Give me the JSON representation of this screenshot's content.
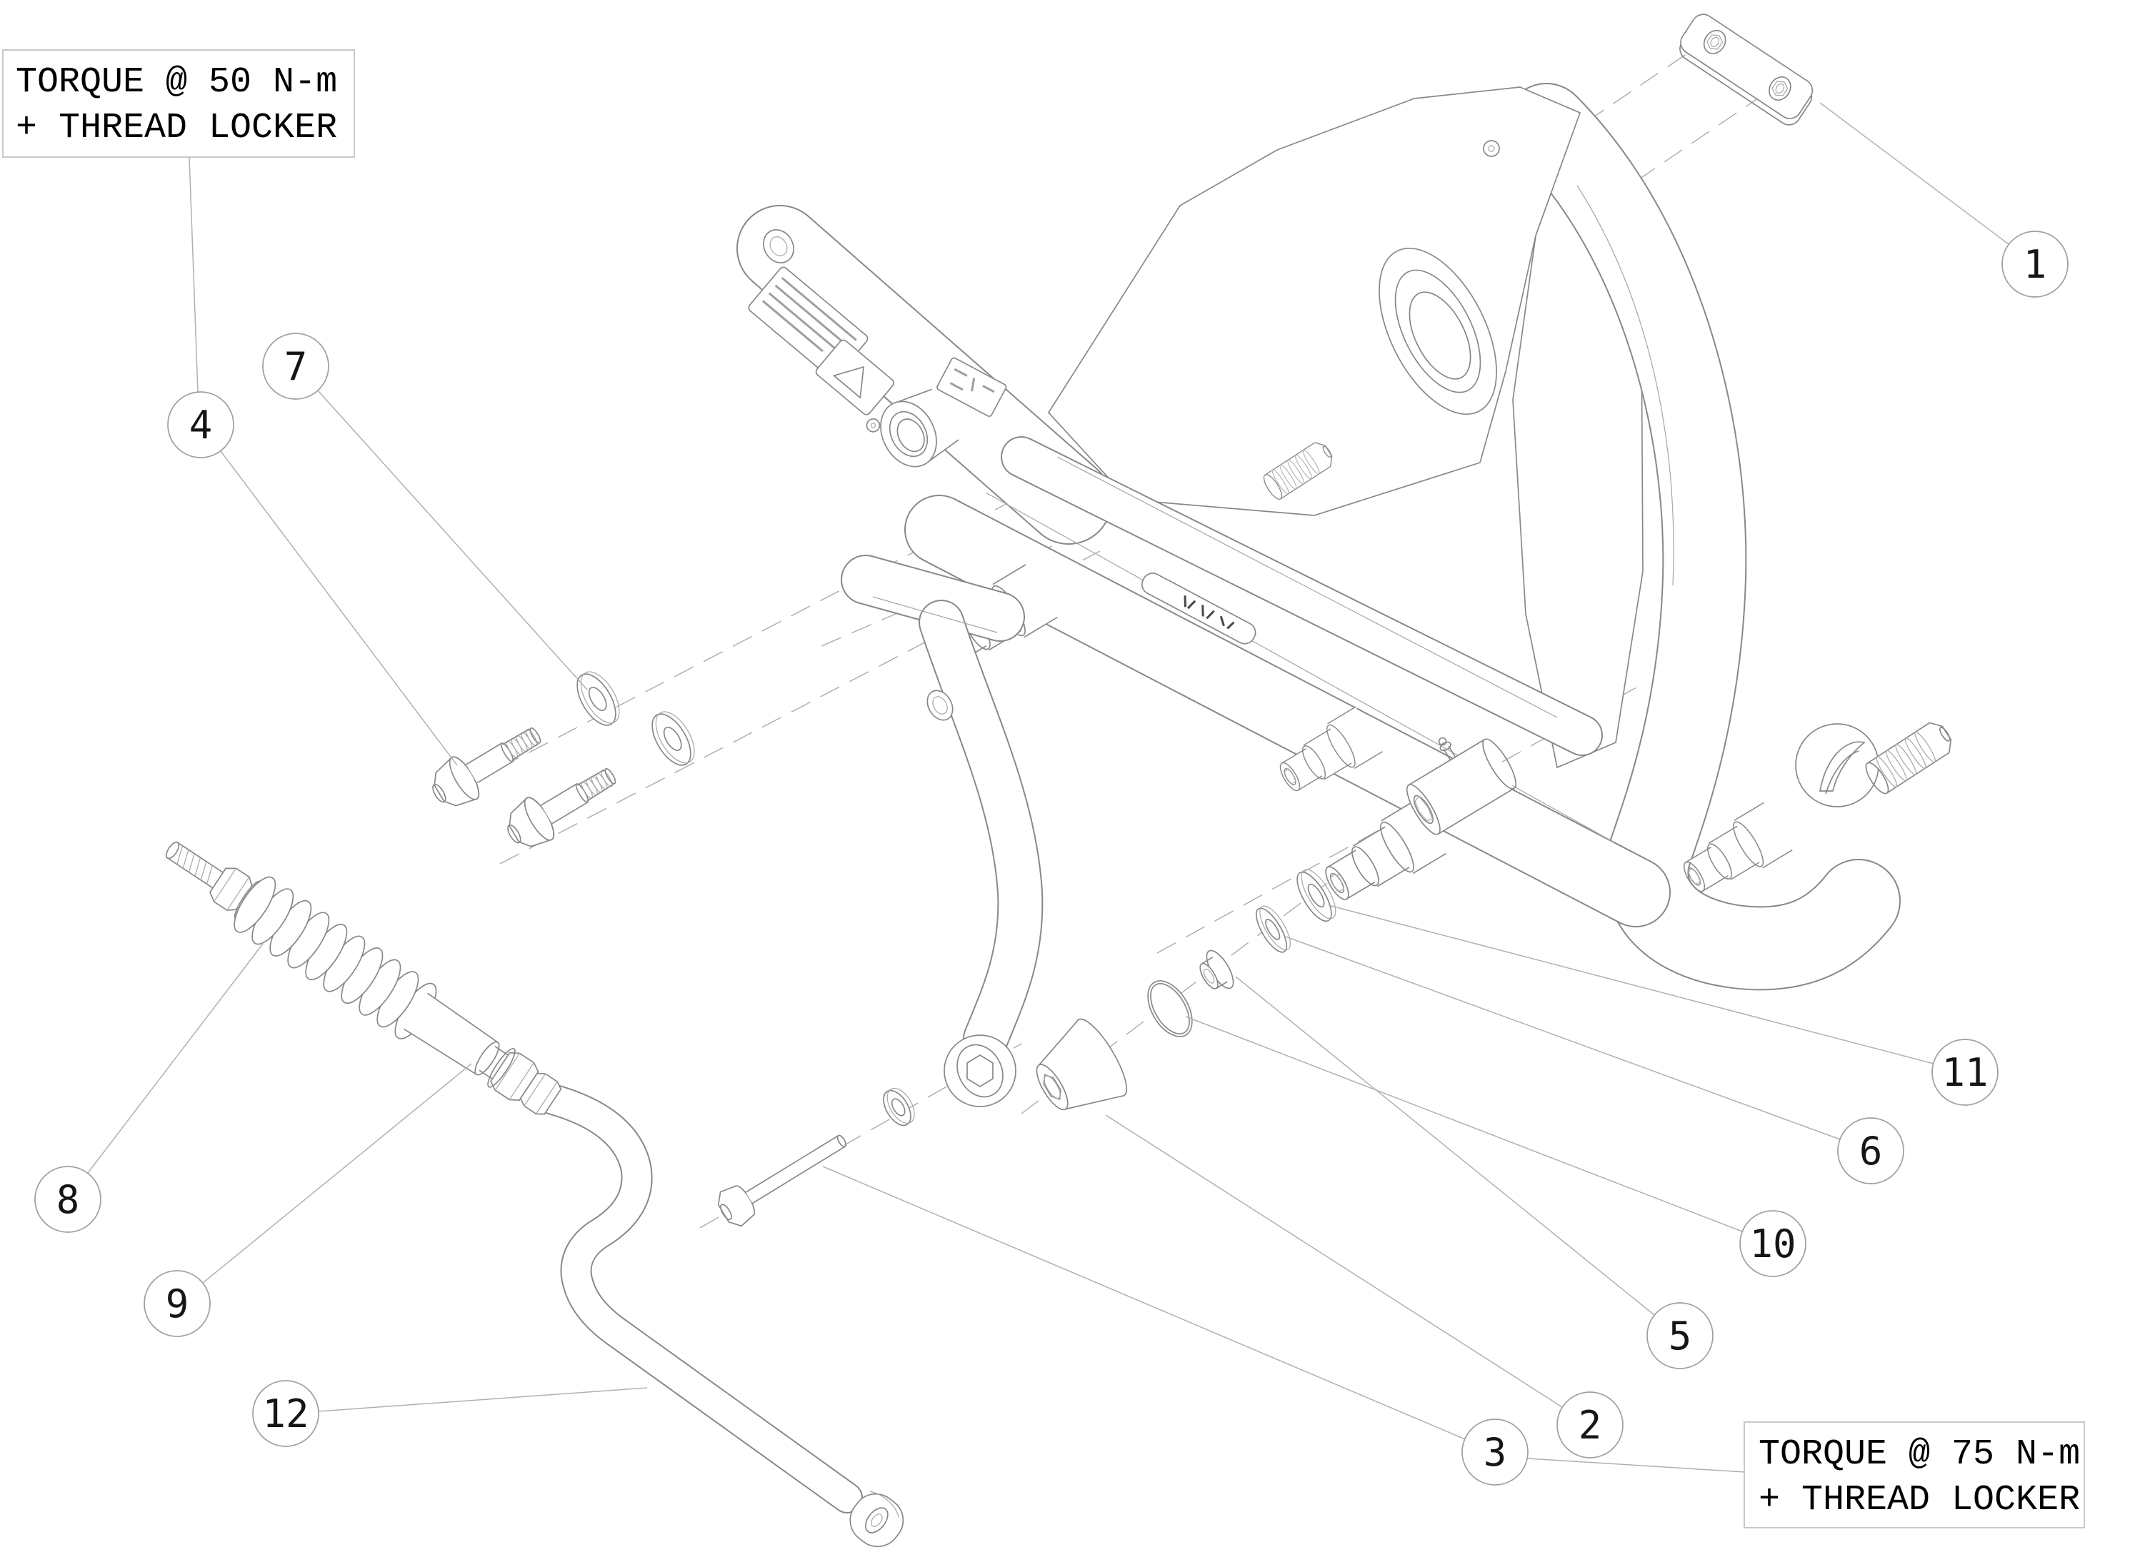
{
  "notes": {
    "torque_50": {
      "line1": "TORQUE @ 50 N-m",
      "line2": "+ THREAD LOCKER"
    },
    "torque_75": {
      "line1": "TORQUE @ 75 N-m",
      "line2": "+ THREAD LOCKER"
    }
  },
  "callouts": [
    {
      "label": "1"
    },
    {
      "label": "2"
    },
    {
      "label": "3"
    },
    {
      "label": "4"
    },
    {
      "label": "5"
    },
    {
      "label": "6"
    },
    {
      "label": "7"
    },
    {
      "label": "8"
    },
    {
      "label": "9"
    },
    {
      "label": "10"
    },
    {
      "label": "11"
    },
    {
      "label": "12"
    }
  ]
}
